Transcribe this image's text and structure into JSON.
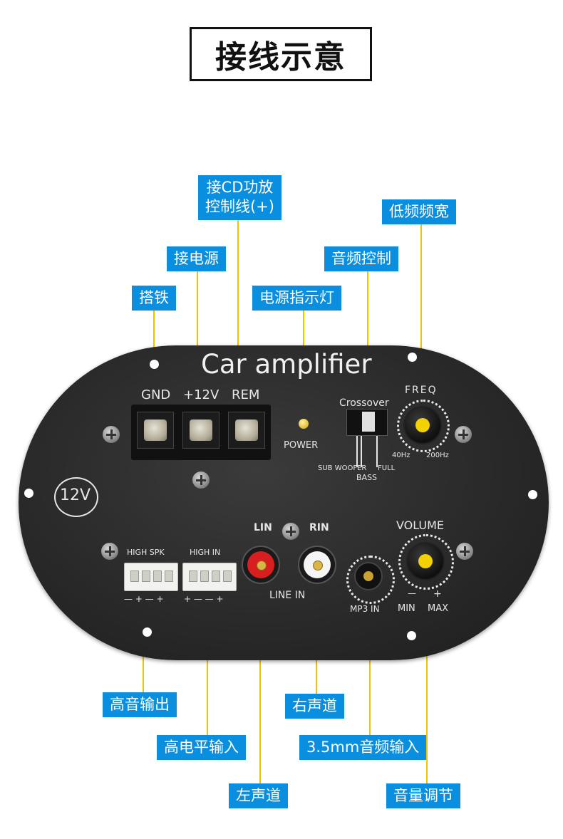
{
  "title": "接线示意",
  "callouts": {
    "cd_control": "接CD功放\n控制线(+)",
    "power_in": "接电源",
    "ground": "搭铁",
    "power_indicator": "电源指示灯",
    "audio_control": "音频控制",
    "low_freq_width": "低频频宽",
    "high_out": "高音输出",
    "high_level_in": "高电平输入",
    "right_channel": "右声道",
    "aux_in": "3.5mm音频输入",
    "left_channel": "左声道",
    "volume_adjust": "音量调节"
  },
  "panel": {
    "brand": "Car amplifier",
    "gnd": "GND",
    "plus12v": "+12V",
    "rem": "REM",
    "power": "POWER",
    "crossover": "Crossover",
    "freq": "FREQ",
    "freq_low": "40Hz",
    "freq_high": "200Hz",
    "subwoofer": "SUB WOOFER",
    "full": "FULL",
    "bass": "BASS",
    "voltage": "12V",
    "high_spk": "HIGH SPK",
    "high_in": "HIGH IN",
    "high_spk_polarity": "— + — +",
    "high_in_polarity": "+ — — +",
    "lin": "LIN",
    "rin": "RIN",
    "line_in": "LINE IN",
    "mp3_in": "MP3 IN",
    "volume": "VOLUME",
    "vol_minus": "—",
    "vol_plus": "+",
    "min": "MIN",
    "max": "MAX"
  },
  "colors": {
    "callout_bg": "#0a8fe0",
    "leader_line": "#f2c100",
    "panel": "#2b2b2b",
    "rca_left": "#d81e1e",
    "rca_right": "#f5f5f5",
    "knob_cap": "#f2d200"
  }
}
